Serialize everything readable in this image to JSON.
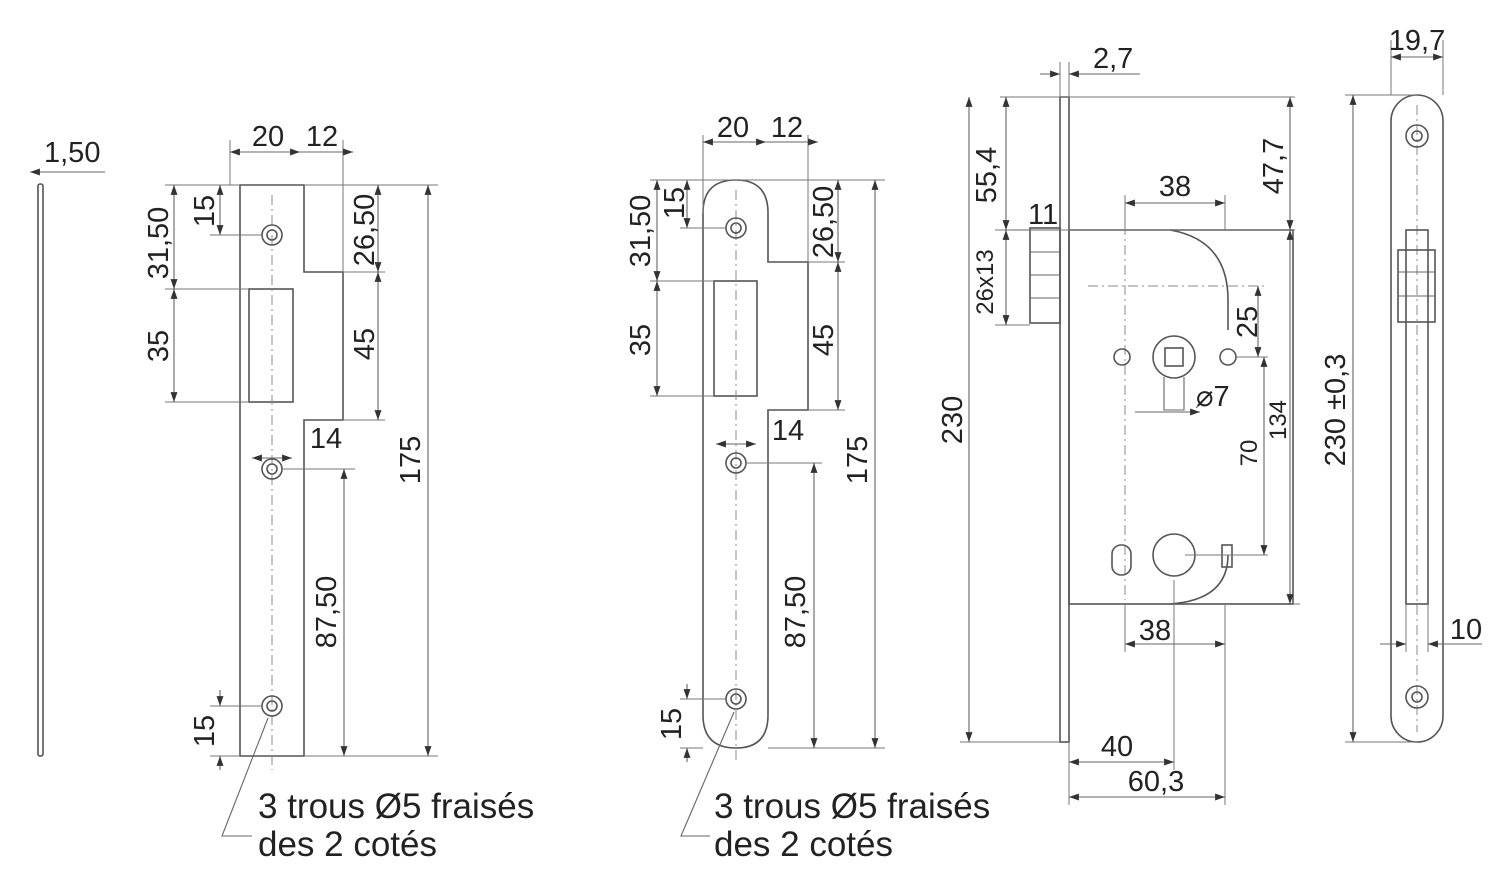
{
  "colors": {
    "line": "#555555",
    "text": "#222222",
    "background": "#ffffff"
  },
  "strike_plate_flat": {
    "thickness": "1,50",
    "width_left": "20",
    "width_right": "12",
    "top_hole": "15",
    "to_opening": "31,50",
    "opening": "35",
    "lip_top": "26,50",
    "lip": "45",
    "lip_offset": "14",
    "total": "175",
    "lower_span": "87,50",
    "bottom_hole": "15",
    "note_line1": "3 trous Ø5 fraisés",
    "note_line2": "des 2 cotés"
  },
  "strike_plate_round": {
    "width_left": "20",
    "width_right": "12",
    "top_hole": "15",
    "to_opening": "31,50",
    "opening": "35",
    "lip_top": "26,50",
    "lip": "45",
    "lip_offset": "14",
    "total": "175",
    "lower_span": "87,50",
    "bottom_hole": "15",
    "note_line1": "3 trous Ø5 fraisés",
    "note_line2": "des 2 cotés"
  },
  "lock_body": {
    "faceplate_thickness": "2,7",
    "top_to_latch": "55,4",
    "latch_projection": "11",
    "latch_size": "26x13",
    "overall_height": "230",
    "case_top": "47,7",
    "upper_spacing": "38",
    "latch_to_spindle": "25",
    "spindle": "⌀7",
    "case_height": "134",
    "spindle_to_cylinder": "70",
    "lower_spacing": "38",
    "backset": "40",
    "case_depth": "60,3"
  },
  "faceplate": {
    "width": "19,7",
    "height": "230 ±0,3",
    "bolt_width": "10"
  }
}
